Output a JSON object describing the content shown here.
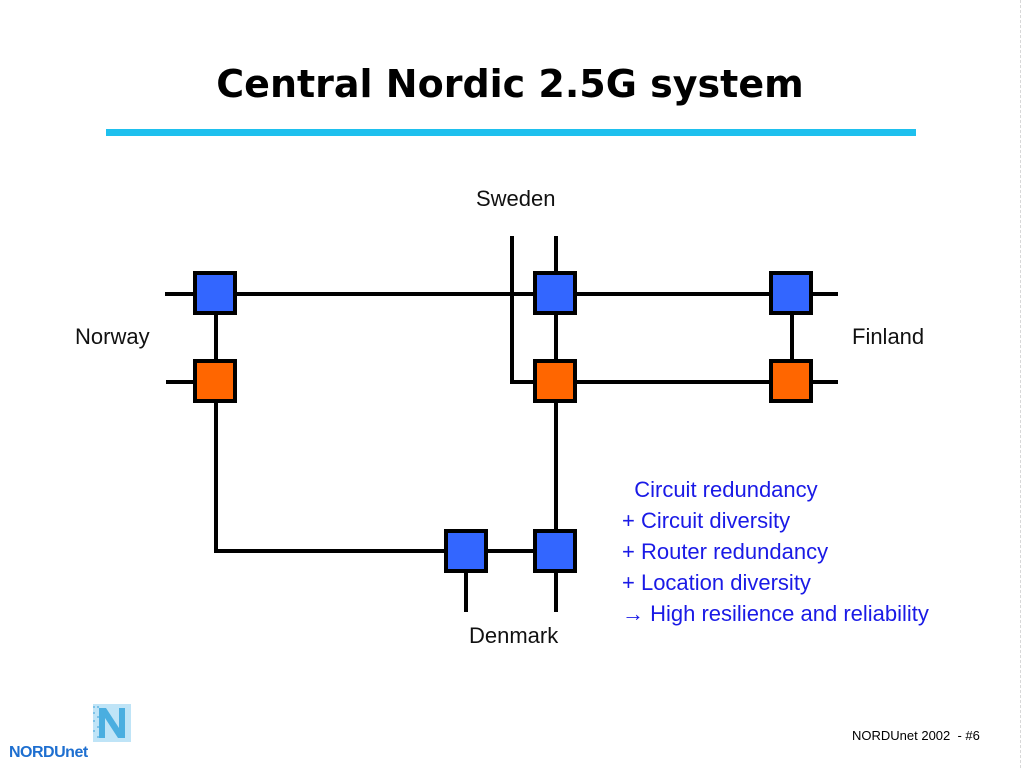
{
  "slide": {
    "title": "Central Nordic 2.5G system",
    "accent_color": "#1ec0ee",
    "footer": "NORDUnet 2002  - #6"
  },
  "diagram": {
    "labels": {
      "sweden": "Sweden",
      "norway": "Norway",
      "finland": "Finland",
      "denmark": "Denmark"
    },
    "node_colors": {
      "blue": "#3366ff",
      "orange": "#ff6600"
    }
  },
  "notes": [
    "  Circuit redundancy",
    "+ Circuit diversity",
    "+ Router redundancy",
    "+ Location diversity",
    "→ High resilience and reliability"
  ],
  "logo": {
    "text": "NORDUnet"
  }
}
